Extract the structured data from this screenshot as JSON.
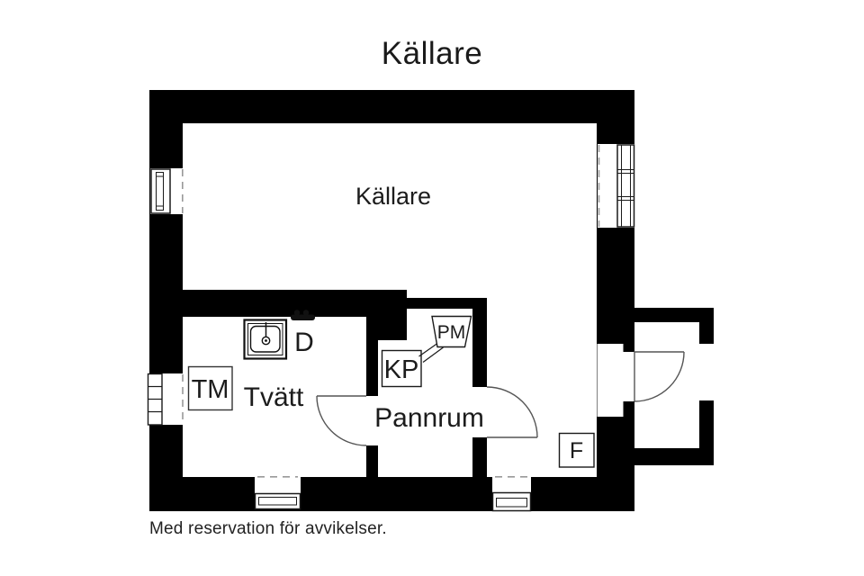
{
  "title": "Källare",
  "footer": "Med reservation för avvikelser.",
  "rooms": {
    "kallare": {
      "label": "Källare"
    },
    "tvatt": {
      "label": "Tvätt"
    },
    "pannrum": {
      "label": "Pannrum"
    }
  },
  "fixtures": {
    "tm": {
      "label": "TM"
    },
    "sink": {
      "label": "D"
    },
    "kp": {
      "label": "KP"
    },
    "pm": {
      "label": "PM"
    },
    "f": {
      "label": "F"
    }
  },
  "colors": {
    "wall": "#000000",
    "background": "#ffffff",
    "text": "#1a1a1a",
    "door_line": "#555555",
    "dash_line": "#999999"
  }
}
